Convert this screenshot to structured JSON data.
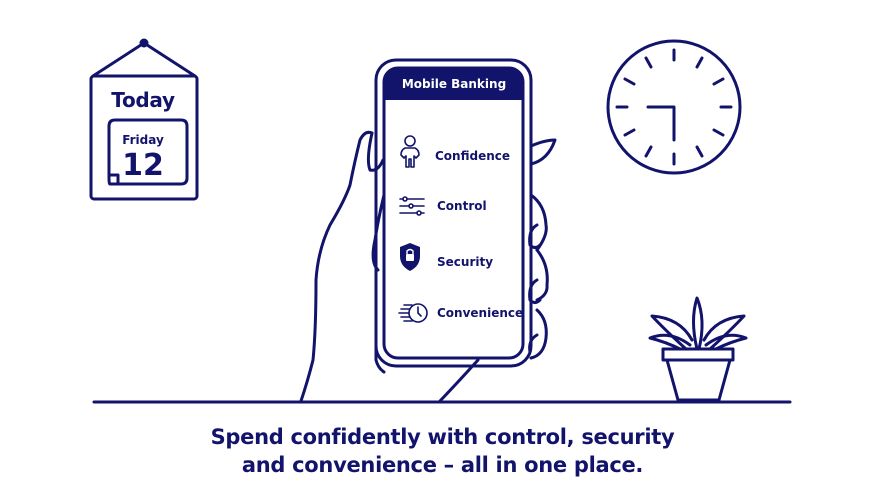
{
  "colors": {
    "ink": "#12136b",
    "background": "#ffffff",
    "header_fill": "#12136b",
    "header_text": "#ffffff"
  },
  "calendar": {
    "title": "Today",
    "day": "Friday",
    "date": "12",
    "icon": "hanging-calendar-icon"
  },
  "clock": {
    "icon": "wall-clock-icon",
    "hour_hand": "9",
    "minute_hand": "30"
  },
  "plant": {
    "icon": "potted-plant-icon"
  },
  "phone": {
    "header_title": "Mobile Banking",
    "features": [
      {
        "label": "Confidence",
        "icon": "person-icon"
      },
      {
        "label": "Control",
        "icon": "sliders-icon"
      },
      {
        "label": "Security",
        "icon": "shield-lock-icon"
      },
      {
        "label": "Convenience",
        "icon": "fast-clock-icon"
      }
    ]
  },
  "caption": {
    "line1": "Spend confidently with control, security",
    "line2": "and convenience – all in one place."
  }
}
